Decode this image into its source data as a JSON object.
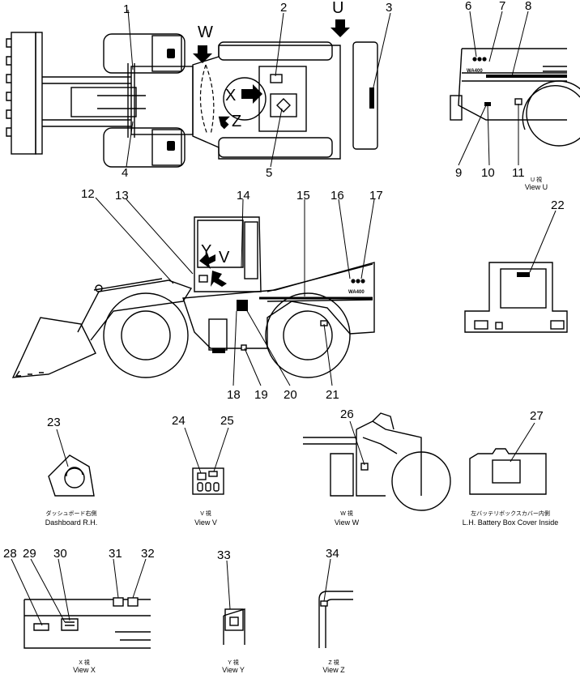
{
  "callouts": [
    "1",
    "2",
    "3",
    "4",
    "5",
    "6",
    "7",
    "8",
    "9",
    "10",
    "11",
    "12",
    "13",
    "14",
    "15",
    "16",
    "17",
    "18",
    "19",
    "20",
    "21",
    "22",
    "23",
    "24",
    "25",
    "26",
    "27",
    "28",
    "29",
    "30",
    "31",
    "32",
    "33",
    "34"
  ],
  "arrow_letters": {
    "u": "U",
    "w": "W",
    "x": "X",
    "z": "Z",
    "y": "Y",
    "v": "V"
  },
  "badges": {
    "model_side": "WA400",
    "model_rear": "WA400"
  },
  "captions": {
    "view_u": {
      "jp": "U 視",
      "en": "View U"
    },
    "view_v": {
      "jp": "V 視",
      "en": "View V"
    },
    "view_w": {
      "jp": "W 視",
      "en": "View W"
    },
    "view_x": {
      "jp": "X 視",
      "en": "View X"
    },
    "view_y": {
      "jp": "Y 視",
      "en": "View Y"
    },
    "view_z": {
      "jp": "Z 視",
      "en": "View Z"
    },
    "dashboard": {
      "jp": "ダッシュボード右側",
      "en": "Dashboard R.H."
    },
    "battery": {
      "jp": "左バッテリボックスカバー内側",
      "en": "L.H. Battery Box Cover Inside"
    }
  }
}
